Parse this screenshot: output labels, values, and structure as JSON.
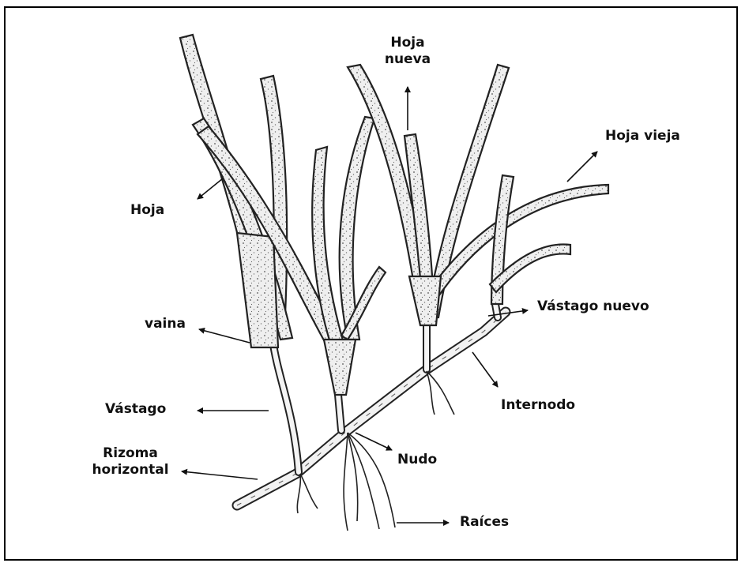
{
  "labels": {
    "hoja_nueva": "Hoja\nnueva",
    "hoja_vieja": "Hoja vieja",
    "hoja": "Hoja",
    "vaina": "vaina",
    "vastago": "Vástago",
    "vastago_nuevo": "Vástago nuevo",
    "internodo": "Internodo",
    "rizoma_horizontal": "Rizoma\nhorizontal",
    "nudo": "Nudo",
    "raices": "Raíces"
  },
  "colors": {
    "ink": "#111111",
    "leaf_fill": "#e9e9e9",
    "leaf_stroke": "#222222",
    "background": "#ffffff"
  }
}
